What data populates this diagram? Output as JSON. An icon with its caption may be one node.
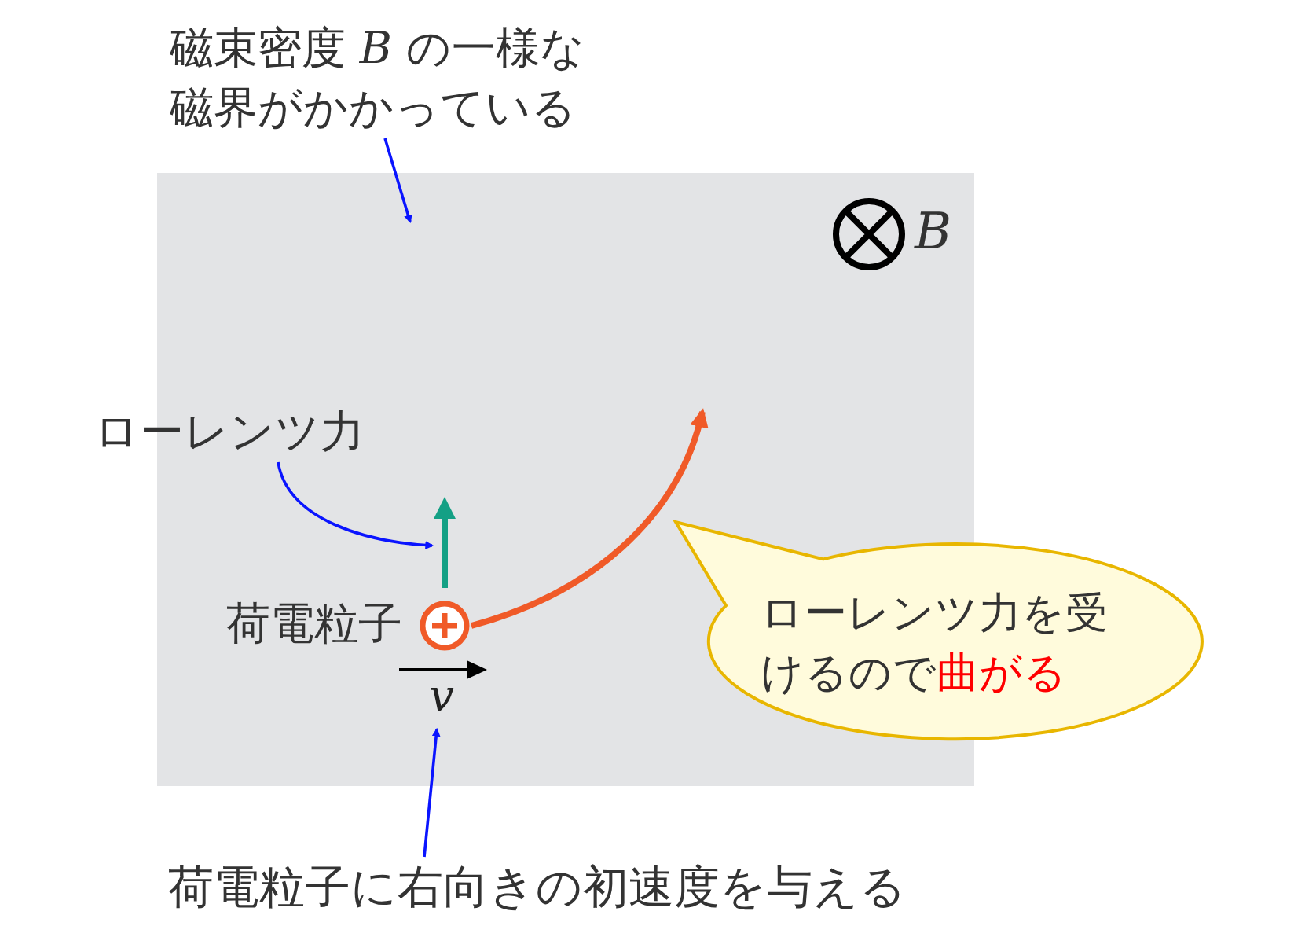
{
  "diagram": {
    "nodes": [
      {
        "text": [],
        "shape": "box"
      },
      {
        "text": [
          "磁束密度 *B* の一様な磁界がかかっている"
        ]
      },
      {
        "text": [
          "ローレンツ力"
        ]
      },
      {
        "text": [],
        "shape": "arrow",
        "in": 0
      },
      {
        "text": [],
        "shape": "circle",
        "in": 0,
        "beside": [
          "荷電粒子"
        ]
      },
      {
        "text": [
          "v"
        ],
        "in": 0
      },
      {
        "text": [
          "荷電粒子に右向きの初速度を与える"
        ]
      },
      {
        "text": [
          "ローレンツ力を受けるので",
          "曲がる"
        ]
      }
    ],
    "edges": [
      {
        "from": 1,
        "to": 0,
        "arrow": "to"
      },
      {
        "from": 2,
        "to": 3,
        "arrow": "to"
      },
      {
        "from": 6,
        "to": 5,
        "arrow": "to"
      },
      {
        "from": 4,
        "to": null,
        "arrow": "to",
        "style": "thick",
        "color": "#f05a28"
      }
    ],
    "labels": [
      "B"
    ]
  }
}
